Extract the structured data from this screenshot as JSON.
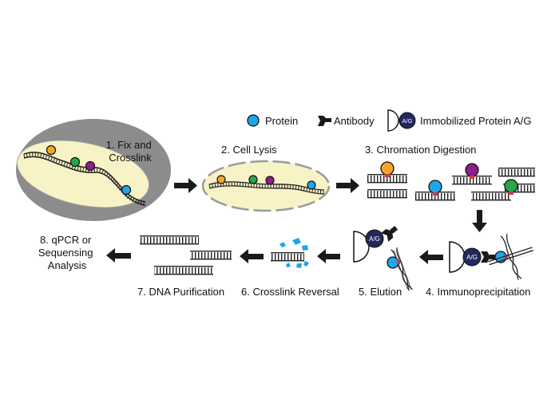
{
  "legend": {
    "protein": "Protein",
    "antibody": "Antibody",
    "ag_badge": "A/G",
    "immobilized": "Immobilized Protein A/G"
  },
  "steps": [
    {
      "line1": "1. Fix and",
      "line2": "Crosslink"
    },
    {
      "label": "2. Cell Lysis"
    },
    {
      "label": "3. Chromation Digestion"
    },
    {
      "label": "4. Immunoprecipitation",
      "badge": "A/G"
    },
    {
      "label": "5. Elution",
      "badge": "A/G"
    },
    {
      "label": "6. Crosslink Reversal"
    },
    {
      "label": "7. DNA Purification"
    },
    {
      "line1": "8. qPCR or",
      "line2": "Sequensing",
      "line3": "Analysis"
    }
  ],
  "colors": {
    "protein_blue": "#1fa6e8",
    "protein_orange": "#f4a52a",
    "protein_green": "#2aa64a",
    "protein_purple": "#8e1d8e",
    "crosslink_red": "#e0323a",
    "cell_gray": "#8c8c8c",
    "nucleus_yellow": "#f8f3c6",
    "ag_navy": "#22285e",
    "arrow": "#1a1a1a"
  }
}
